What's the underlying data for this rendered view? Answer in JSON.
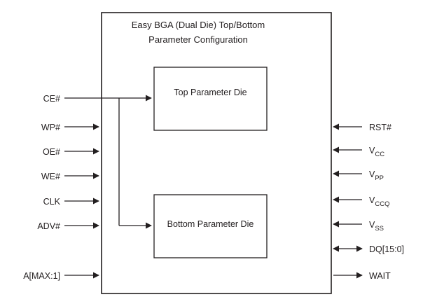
{
  "diagram": {
    "title_line1": "Easy BGA (Dual Die) Top/Bottom",
    "title_line2": "Parameter Configuration",
    "dies": [
      {
        "label": "Top Parameter Die"
      },
      {
        "label": "Bottom Parameter Die"
      }
    ],
    "left_signals": [
      {
        "label": "CE#",
        "direction": "in"
      },
      {
        "label": "WP#",
        "direction": "in"
      },
      {
        "label": "OE#",
        "direction": "in"
      },
      {
        "label": "WE#",
        "direction": "in"
      },
      {
        "label": "CLK",
        "direction": "in"
      },
      {
        "label": "ADV#",
        "direction": "in"
      },
      {
        "label": "A[MAX:1]",
        "direction": "in"
      }
    ],
    "right_signals": [
      {
        "label": "RST#",
        "base": "RST#",
        "sub": "",
        "direction": "in"
      },
      {
        "label": "VCC",
        "base": "V",
        "sub": "CC",
        "direction": "in"
      },
      {
        "label": "VPP",
        "base": "V",
        "sub": "PP",
        "direction": "in"
      },
      {
        "label": "VCCQ",
        "base": "V",
        "sub": "CCQ",
        "direction": "in"
      },
      {
        "label": "VSS",
        "base": "V",
        "sub": "SS",
        "direction": "in"
      },
      {
        "label": "DQ[15:0]",
        "base": "DQ[15:0]",
        "sub": "",
        "direction": "bidirectional"
      },
      {
        "label": "WAIT",
        "base": "WAIT",
        "sub": "",
        "direction": "out"
      }
    ],
    "colors": {
      "line": "#231f20",
      "background": "#ffffff"
    }
  }
}
